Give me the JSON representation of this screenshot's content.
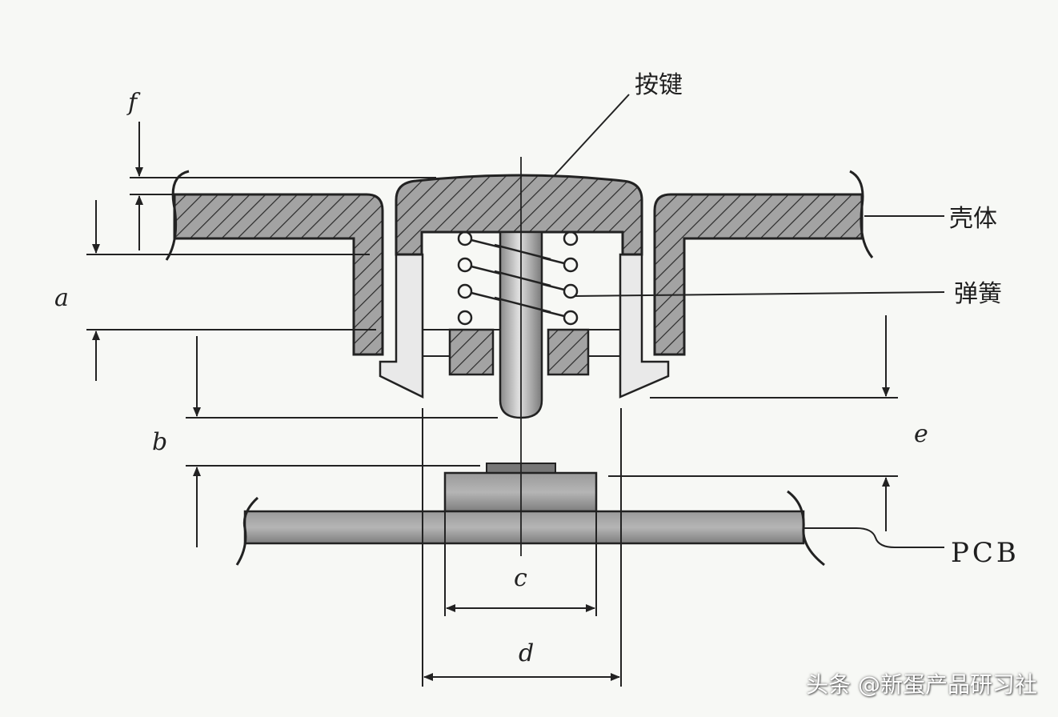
{
  "labels": {
    "key": "按键",
    "housing": "壳体",
    "spring": "弹簧",
    "pcb": "PCB"
  },
  "dimensions": {
    "a": "a",
    "b": "b",
    "c": "c",
    "d": "d",
    "e": "e",
    "f": "f"
  },
  "watermark": "头条 @新蛋产品研习社",
  "colors": {
    "background": "#f7f8f5",
    "hatch_fill": "#9c9c9c",
    "line": "#262626",
    "pcb": "#8c8c8c"
  }
}
